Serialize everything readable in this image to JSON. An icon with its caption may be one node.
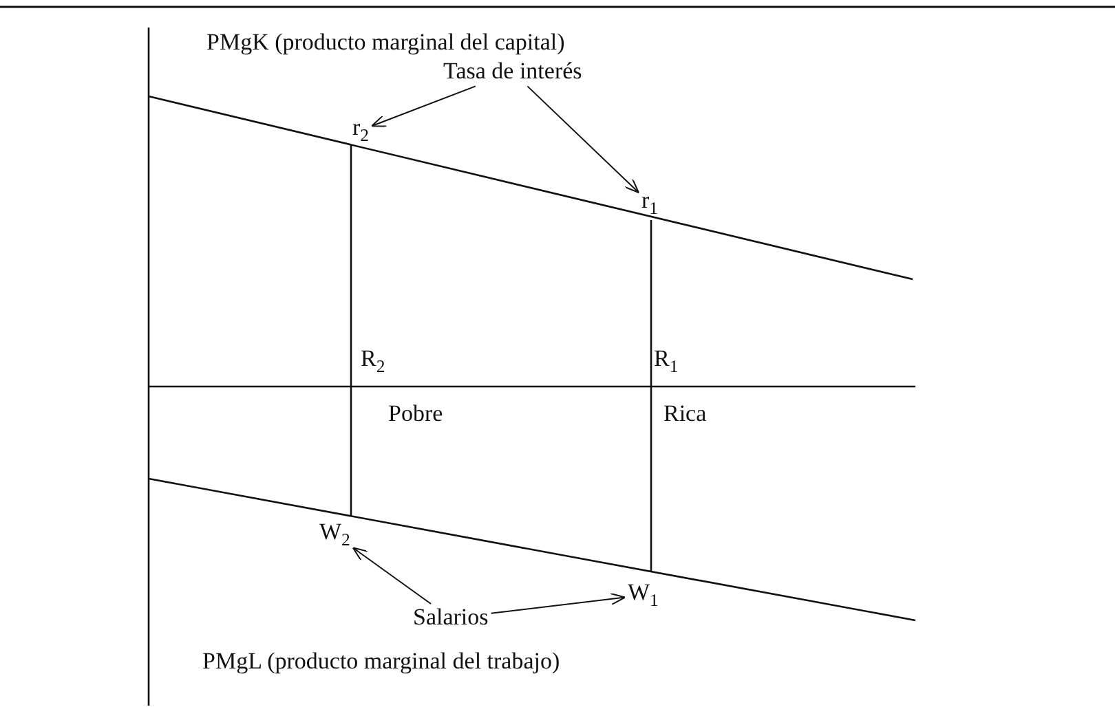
{
  "diagram": {
    "nodes": [
      {
        "text": [
          "Tasa de interés"
        ]
      },
      {
        "text": [
          "r$_{2}$"
        ]
      },
      {
        "text": [
          "r$_{1}$"
        ]
      },
      {
        "text": [
          "Salarios"
        ]
      },
      {
        "text": [
          "W$_{2}$"
        ]
      },
      {
        "text": [
          "W$_{1}$"
        ]
      }
    ],
    "edges": [
      {
        "from": 0,
        "to": 1,
        "arrow": "to"
      },
      {
        "from": 0,
        "to": 2,
        "arrow": "to"
      },
      {
        "from": 3,
        "to": 4,
        "arrow": "to"
      },
      {
        "from": 3,
        "to": 5,
        "arrow": "to"
      }
    ],
    "labels": [
      "PMgK (producto marginal del capital)",
      "R$_{2}$",
      "R$_{1}$",
      "Pobre",
      "Rica",
      "PMgL (producto marginal del trabajo)"
    ]
  }
}
